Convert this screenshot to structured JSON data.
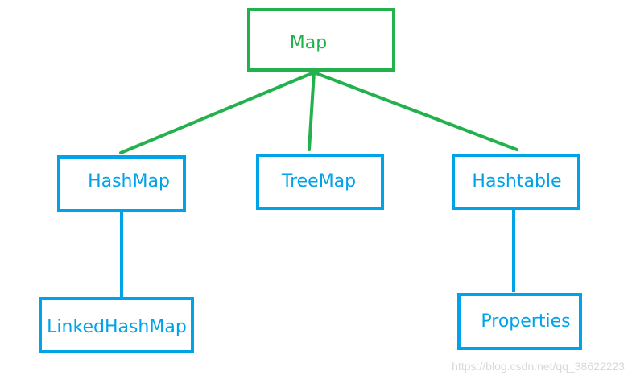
{
  "diagram": {
    "root": {
      "label": "Map"
    },
    "children": [
      {
        "label": "HashMap"
      },
      {
        "label": "TreeMap"
      },
      {
        "label": "Hashtable"
      }
    ],
    "grandchildren": [
      {
        "label": "LinkedHashMap"
      },
      {
        "label": "Properties"
      }
    ]
  },
  "watermark": "https://blog.csdn.net/qq_38622223",
  "colors": {
    "root": "#22b14c",
    "nodes": "#00a2e8",
    "watermark": "#d9d9d9"
  }
}
